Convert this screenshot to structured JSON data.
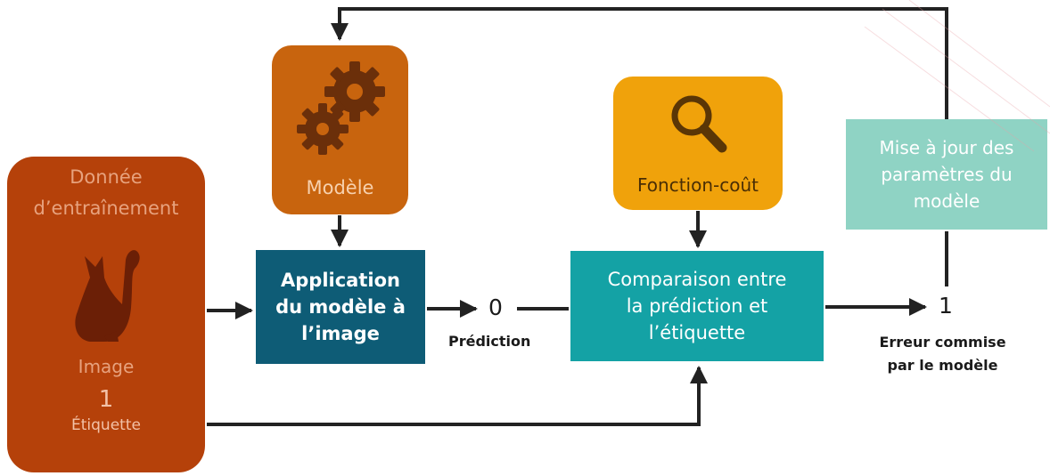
{
  "training_data": {
    "title_line1": "Donnée",
    "title_line2": "d’entraînement",
    "image_label": "Image",
    "label_value": "1",
    "label_caption": "Étiquette",
    "icon": "cat-icon"
  },
  "model": {
    "label": "Modèle",
    "icon": "gears-icon"
  },
  "cost_function": {
    "label": "Fonction-coût",
    "icon": "magnifier-icon"
  },
  "application": {
    "line1": "Application",
    "line2": "du modèle à",
    "line3": "l’image"
  },
  "prediction": {
    "value": "0",
    "label": "Prédiction"
  },
  "comparison": {
    "line1": "Comparaison entre",
    "line2": "la prédiction et",
    "line3": "l’étiquette"
  },
  "error": {
    "value": "1",
    "line1": "Erreur commise",
    "line2": "par le modèle"
  },
  "update": {
    "line1": "Mise à jour des",
    "line2": "paramètres du",
    "line3": "modèle"
  },
  "colors": {
    "training_data": "#b5410a",
    "model": "#c8640e",
    "cost_function": "#f0a20b",
    "application": "#0e5c76",
    "comparison": "#14a2a5",
    "update": "#8fd3c4",
    "arrows": "#222222"
  }
}
